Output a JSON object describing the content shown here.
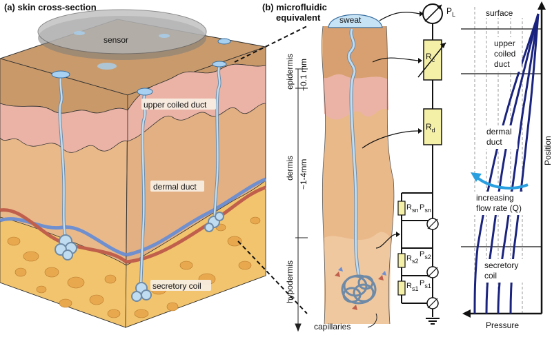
{
  "panel_a": {
    "title": "(a) skin cross-section",
    "labels": {
      "sensor": "sensor",
      "upper_coiled_duct": "upper coiled duct",
      "dermal_duct": "dermal duct",
      "secretory_coil": "secretory coil"
    }
  },
  "panel_b": {
    "title_line1": "(b) microfluidic",
    "title_line2": "equivalent",
    "layers": {
      "epidermis": "epidermis",
      "epidermis_depth": "~0.1 mm",
      "dermis": "dermis",
      "dermis_depth": "~1-4mm",
      "hypodermis": "hypodermis"
    },
    "labels": {
      "sweat": "sweat",
      "capillaries": "capillaries"
    },
    "circuit": {
      "pl_main": "P",
      "pl_sub": "L",
      "rc_main": "R",
      "rc_sub": "c",
      "rd_main": "R",
      "rd_sub": "d",
      "rsn_main": "R",
      "rsn_sub": "sn",
      "psn_main": "P",
      "psn_sub": "sn",
      "rs2_main": "R",
      "rs2_sub": "s2",
      "ps2_main": "P",
      "ps2_sub": "s2",
      "rs1_main": "R",
      "rs1_sub": "s1",
      "ps1_main": "P",
      "ps1_sub": "s1"
    }
  },
  "panel_c": {
    "labels": {
      "surface": "surface",
      "upper_1": "upper",
      "upper_2": "coiled",
      "upper_3": "duct",
      "dermal_1": "dermal",
      "dermal_2": "duct",
      "flow_1": "increasing",
      "flow_2": "flow rate (Q)",
      "secretory_1": "secretory",
      "secretory_2": "coil",
      "x_axis": "Pressure",
      "y_axis": "Position"
    },
    "colors": {
      "curve": "#1a237e",
      "arrow": "#2a9fe0"
    }
  },
  "colors": {
    "skin_tan": "#e9b98a",
    "skin_dark": "#d8a070",
    "epidermis": "#c9996a",
    "dermis_pink": "#e9b4a8",
    "hypodermis_fat": "#f2c46d",
    "duct_blue": "#b9d7ec",
    "resistor_yellow": "#f5f0a8",
    "vein_blue": "#6f8fcf",
    "artery_red": "#c0604c"
  }
}
